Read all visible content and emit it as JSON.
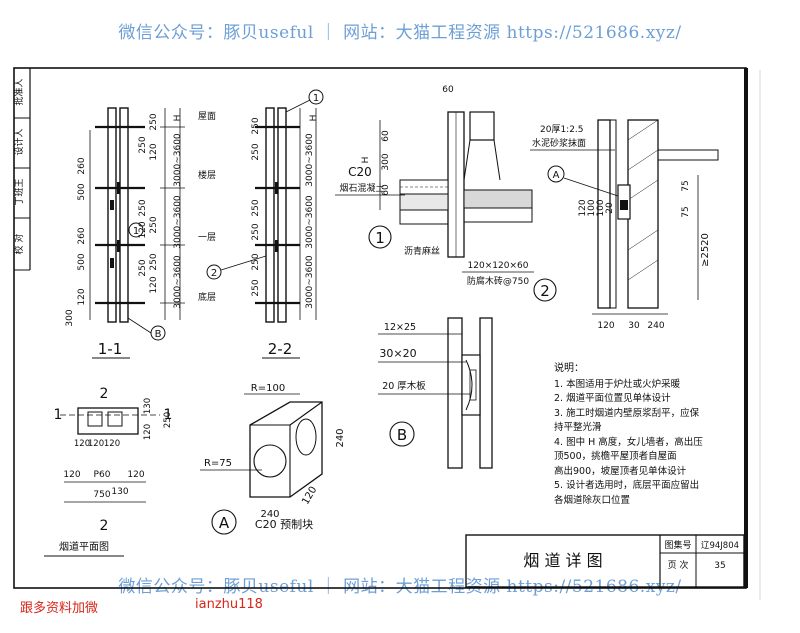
{
  "watermark": "微信公众号：豚贝useful ｜ 网站：大猫工程资源 https://521686.xyz/",
  "ad_left": "跟多资料加微",
  "ad_right": "ianzhu118",
  "title_block": {
    "title": "烟 道 详 图",
    "atlas_label": "图集号",
    "atlas_no": "辽94J804",
    "page_label": "页 次",
    "page_no": "35"
  },
  "side_strip": {
    "labels": [
      "批准人",
      "设计人",
      "丁班王",
      "校 对"
    ]
  },
  "section_1_1": {
    "label": "1-1",
    "levels": [
      "屋面",
      "楼层",
      "一层",
      "底层"
    ],
    "dims": [
      "250",
      "250",
      "120",
      "250",
      "250",
      "120",
      "250",
      "250",
      "120",
      "500",
      "260",
      "500",
      "260",
      "120",
      "300",
      "H",
      "3000~3600",
      "3000~3600",
      "3000~3600"
    ],
    "markers": [
      "1",
      "B"
    ]
  },
  "section_2_2": {
    "label": "2-2",
    "dims": [
      "250",
      "250",
      "250",
      "250",
      "250",
      "250",
      "H",
      "3000~3600",
      "3000~3600",
      "3000~3600"
    ],
    "markers": [
      "1",
      "2"
    ]
  },
  "detail_1": {
    "marker": "1",
    "texts": [
      "60",
      "60",
      "300",
      "60",
      "H",
      "C20",
      "烟石混凝土",
      "沥青麻丝",
      "120×120×60",
      "防腐木砖@750"
    ]
  },
  "detail_2": {
    "marker": "2",
    "texts": [
      "20厚1:2.5",
      "水泥砂浆抹面",
      "A",
      "120",
      "100",
      "100",
      "20",
      "75",
      "75",
      "≥2520",
      "120",
      "30",
      "240"
    ]
  },
  "detail_B": {
    "marker": "B",
    "texts": [
      "12×25",
      "30×20",
      "20 厚木板"
    ]
  },
  "plan": {
    "caption": "烟道平面图",
    "texts": [
      "2",
      "1",
      "1",
      "2",
      "130",
      "120",
      "120",
      "120",
      "120",
      "250",
      "120",
      "P60",
      "120",
      "750",
      "130"
    ]
  },
  "block_A": {
    "marker": "A",
    "caption": "C20  预制块",
    "texts": [
      "R=100",
      "R=75",
      "240",
      "240",
      "120"
    ]
  },
  "notes": {
    "title": "说明：",
    "items": [
      "1. 本图适用于炉灶或火炉采暖",
      "2. 烟道平面位置见单体设计",
      "3. 施工时烟道内壁原浆刮平，应保",
      "   持平整光滑",
      "4. 图中 H 高度，女儿墙者，高出压",
      "   顶500，挑檐平屋顶者自屋面",
      "   高出900，坡屋顶者见单体设计",
      "5. 设计者选用时，底层平面应留出",
      "   各烟道除灰口位置"
    ]
  }
}
